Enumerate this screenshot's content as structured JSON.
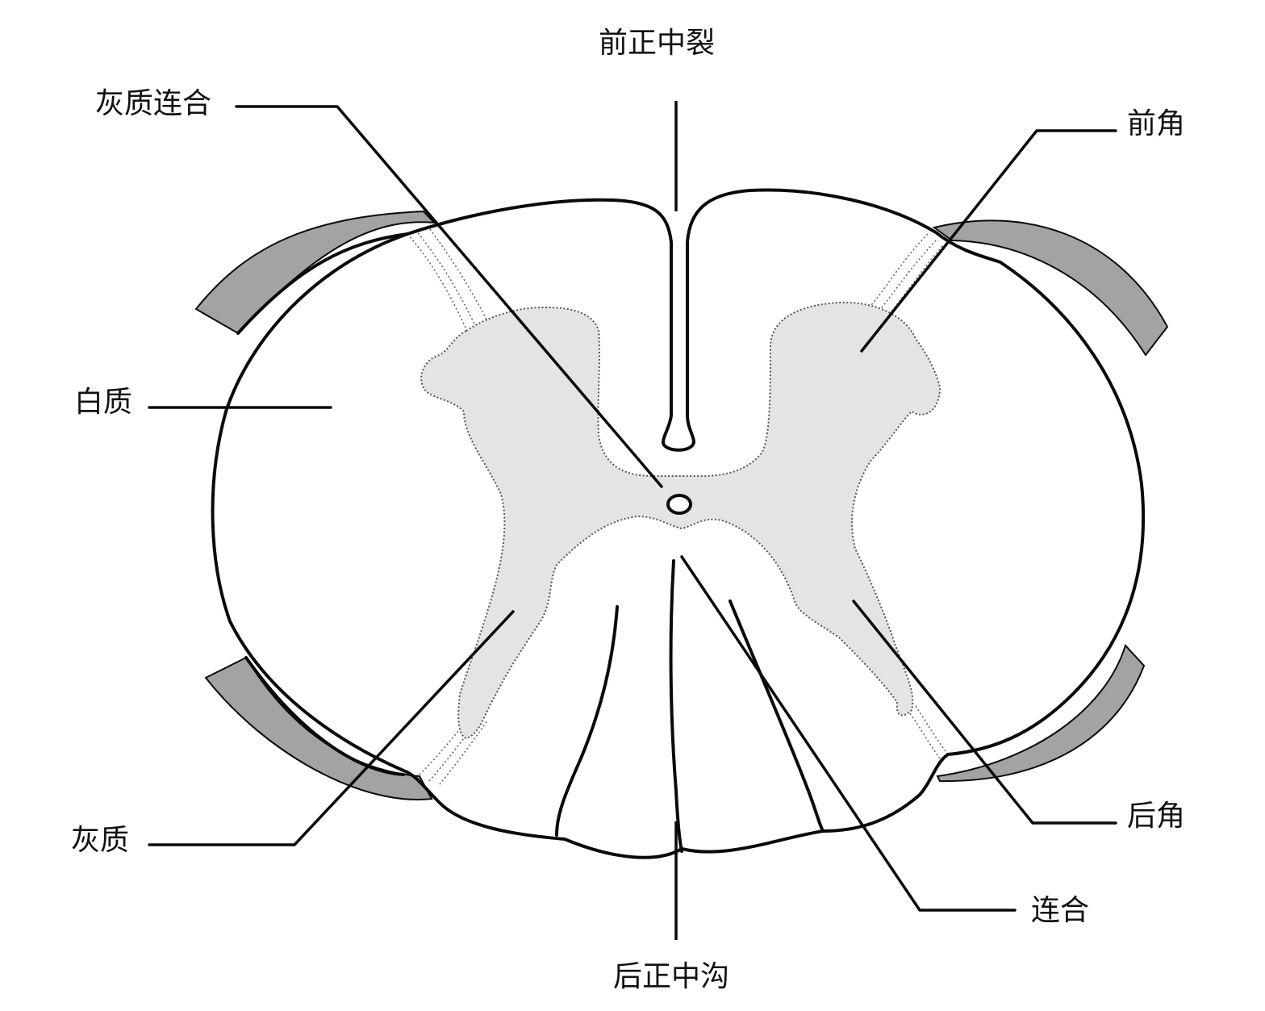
{
  "labels": {
    "anterior_median_fissure": "前正中裂",
    "gray_commissure": "灰质连合",
    "anterior_horn": "前角",
    "white_matter": "白质",
    "gray_matter": "灰质",
    "posterior_horn": "后角",
    "commissure": "连合",
    "posterior_median_sulcus": "后正中沟"
  },
  "colors": {
    "gray_matter_fill": "#e4e4e4",
    "root_band_fill": "#a3a3a3",
    "outline": "#0a0a0a",
    "background": "#ffffff"
  }
}
